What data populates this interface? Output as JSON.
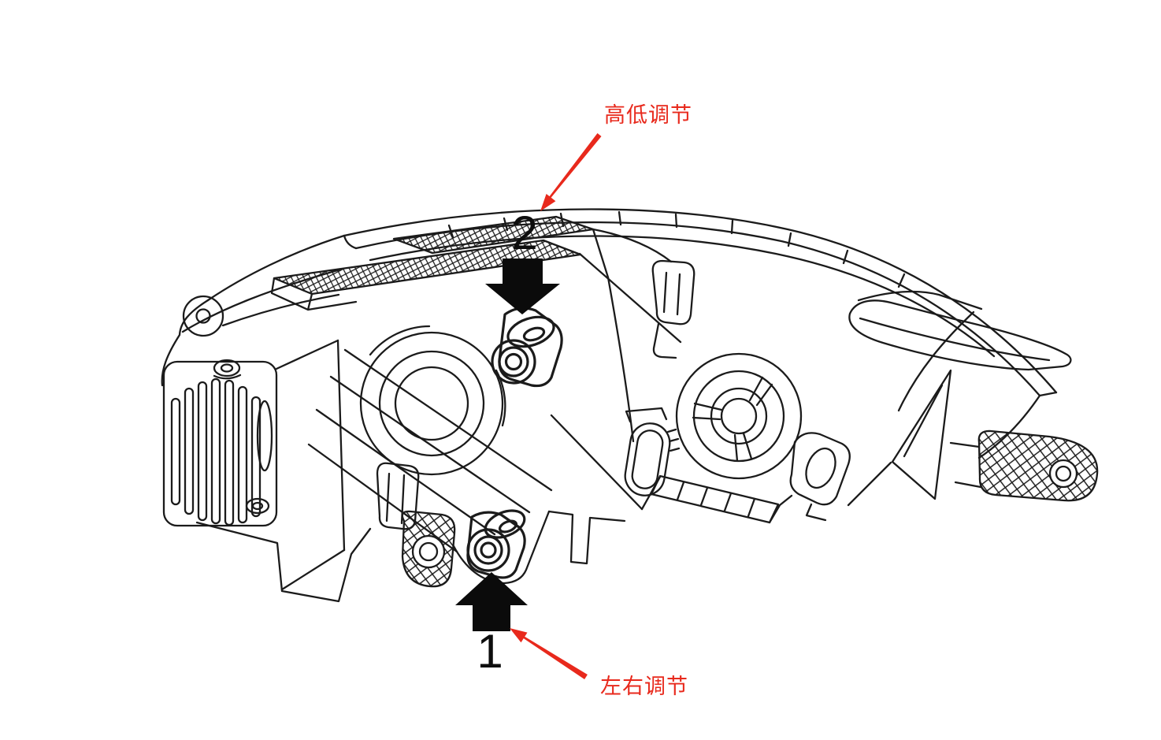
{
  "diagram": {
    "background": "#ffffff",
    "line_color": "#1b1b1b",
    "annotation_color": "#e8291c",
    "illustration": "headlight-assembly-line-drawing",
    "callouts": {
      "height": {
        "label": "高低调节",
        "number": "2",
        "block_arrow_direction": "down",
        "leader_arrow": "red-leader-arrow"
      },
      "horizontal": {
        "label": "左右调节",
        "number": "1",
        "block_arrow_direction": "up",
        "leader_arrow": "red-leader-arrow"
      }
    }
  }
}
